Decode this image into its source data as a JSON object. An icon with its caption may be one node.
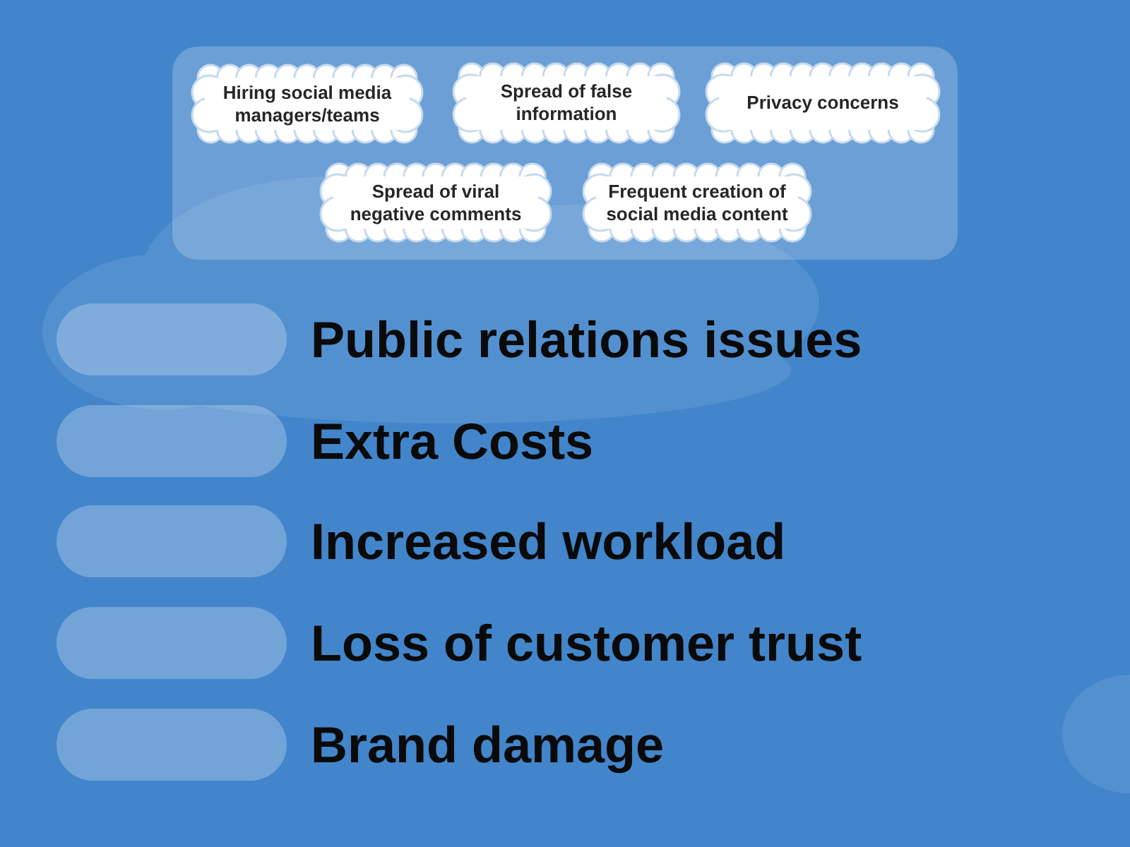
{
  "diagram": {
    "nodes": [
      {
        "text": [],
        "shape": "box"
      },
      {
        "text": [
          "Hiring social media managers/teams"
        ],
        "in": 0
      },
      {
        "text": [
          "Spread of false information"
        ],
        "in": 0
      },
      {
        "text": [
          "Privacy concerns"
        ],
        "in": 0
      },
      {
        "text": [
          "Spread of viral negative comments"
        ],
        "in": 0
      },
      {
        "text": [
          "Frequent creation of social media content"
        ],
        "in": 0
      },
      {
        "text": [],
        "shape": "box",
        "beside": [
          "Public relations issues"
        ]
      },
      {
        "text": [],
        "shape": "box",
        "beside": [
          "Extra Costs"
        ]
      },
      {
        "text": [],
        "shape": "box",
        "beside": [
          "Increased workload"
        ]
      },
      {
        "text": [],
        "shape": "box",
        "beside": [
          "Loss of customer trust"
        ]
      },
      {
        "text": [],
        "shape": "box",
        "beside": [
          "Brand damage"
        ]
      }
    ]
  }
}
